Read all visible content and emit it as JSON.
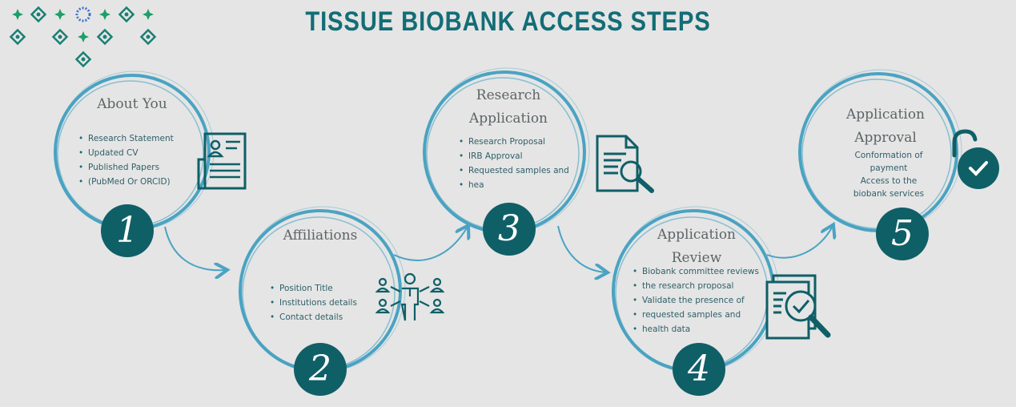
{
  "title": "TISSUE BIOBANK ACCESS STEPS",
  "colors": {
    "accent": "#136d76",
    "ring": "#4aa3c2",
    "badge": "#0f5f67",
    "background": "#e5e5e5",
    "text": "#2f5f68"
  },
  "steps": [
    {
      "number": "1",
      "heading": [
        "About You"
      ],
      "items": [
        "Research Statement",
        "Updated CV",
        "Published Papers",
        "(PubMed Or ORCID)"
      ],
      "icon": "resume-document-icon"
    },
    {
      "number": "2",
      "heading": [
        "Affiliations"
      ],
      "items": [
        "Position Title",
        "Institutions details",
        "Contact details"
      ],
      "icon": "network-people-icon"
    },
    {
      "number": "3",
      "heading": [
        "Research",
        "Application"
      ],
      "items": [
        "Research Proposal",
        "IRB Approval",
        "Requested samples and",
        "hea"
      ],
      "icon": "document-search-icon"
    },
    {
      "number": "4",
      "heading": [
        "Application",
        "Review"
      ],
      "items": [
        "Biobank committee reviews",
        "the research proposal",
        "Validate the presence of",
        "requested samples and",
        "health data"
      ],
      "icon": "document-review-icon"
    },
    {
      "number": "5",
      "heading": [
        "Application",
        "Approval"
      ],
      "items": [
        "Conformation of",
        "payment",
        "Access to the",
        "biobank services"
      ],
      "icon": "unlocked-padlock-check-icon"
    }
  ]
}
